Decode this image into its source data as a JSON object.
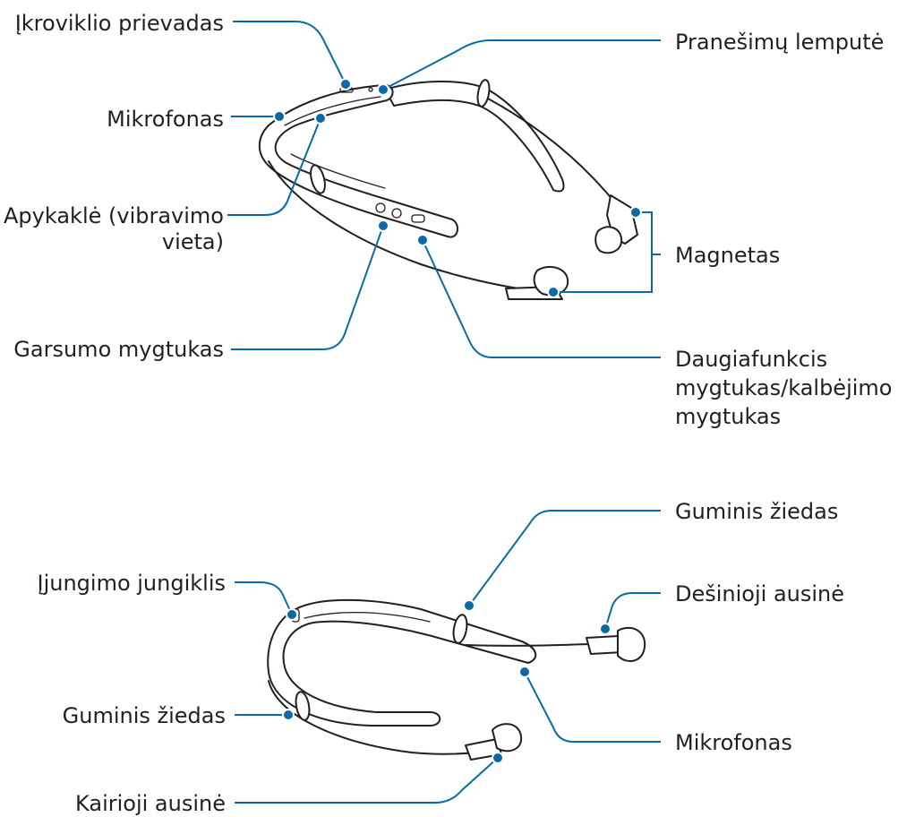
{
  "colors": {
    "leader": "#0a6aa8",
    "ink": "#231f20",
    "background": "#ffffff"
  },
  "labels": {
    "charging_port": "Įkroviklio prievadas",
    "microphone_top": "Mikrofonas",
    "collar_line1": "Apykaklė (vibravimo",
    "collar_line2": "vieta)",
    "volume_button": "Garsumo mygtukas",
    "notification_light": "Pranešimų lemputė",
    "magnet": "Magnetas",
    "multi_button_line1": "Daugiafunkcis",
    "multi_button_line2": "mygtukas/kalbėjimo",
    "multi_button_line3": "mygtukas",
    "rubber_ring_top": "Guminis žiedas",
    "power_switch": "Įjungimo jungiklis",
    "right_earbud": "Dešinioji ausinė",
    "rubber_ring_left": "Guminis žiedas",
    "microphone_bottom": "Mikrofonas",
    "left_earbud": "Kairioji ausinė"
  }
}
